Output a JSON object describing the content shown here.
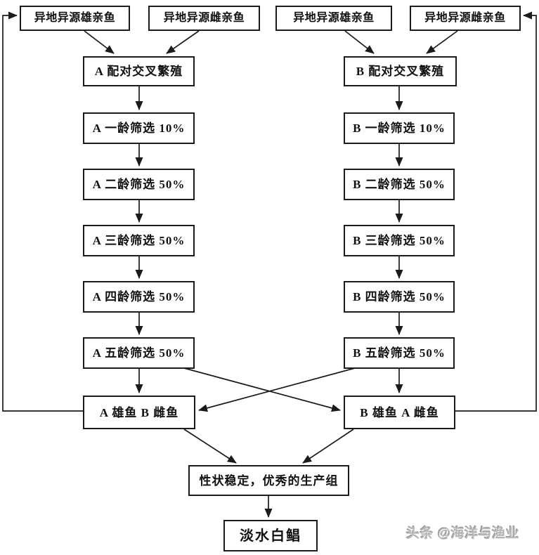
{
  "diagram": {
    "nodes": {
      "src_a_male": "异地异源雄亲鱼",
      "src_a_female": "异地异源雌亲鱼",
      "src_b_male": "异地异源雄亲鱼",
      "src_b_female": "异地异源雌亲鱼",
      "a_pairing": "A 配对交叉繁殖",
      "b_pairing": "B 配对交叉繁殖",
      "a_age1": "A 一龄筛选 10%",
      "a_age2": "A 二龄筛选 50%",
      "a_age3": "A 三龄筛选 50%",
      "a_age4": "A 四龄筛选 50%",
      "a_age5": "A 五龄筛选 50%",
      "b_age1": "B 一龄筛选 10%",
      "b_age2": "B 二龄筛选 50%",
      "b_age3": "B 三龄筛选 50%",
      "b_age4": "B 四龄筛选 50%",
      "b_age5": "B 五龄筛选 50%",
      "a_male_b_female": "A 雄鱼 B 雌鱼",
      "b_male_a_female": "B 雄鱼 A 雌鱼",
      "stable_group": "性状稳定，优秀的生产组",
      "final_fish": "淡水白鲳"
    },
    "watermark": "头条 @海洋与渔业",
    "colors": {
      "line": "#1b1b1b",
      "box_border": "#1b1b1b",
      "background": "#ffffff",
      "watermark": "#b9b9b9"
    }
  }
}
